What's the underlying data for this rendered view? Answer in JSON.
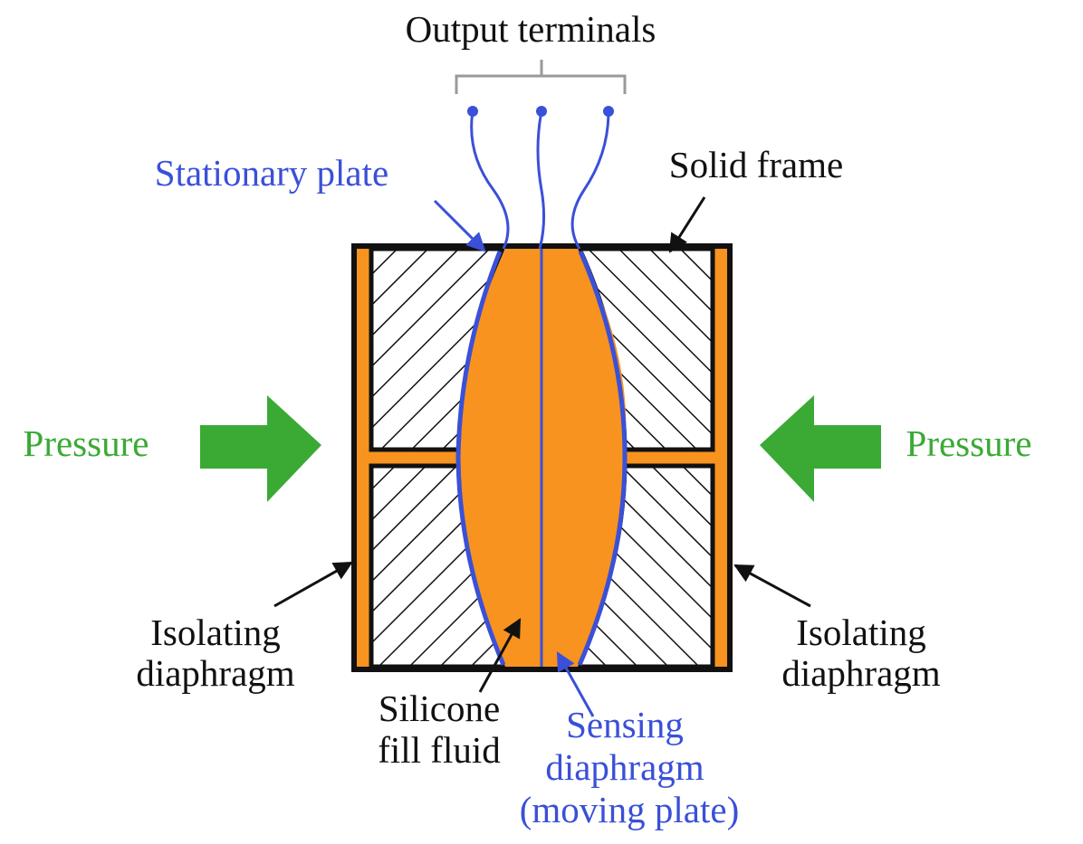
{
  "colors": {
    "fluid": "#f7931e",
    "plate": "#3a50d8",
    "pressure": "#3aaa35",
    "frame": "#111111",
    "bracket": "#9a9a9a"
  },
  "labels": {
    "output_terminals": "Output terminals",
    "stationary_plate": "Stationary plate",
    "solid_frame": "Solid frame",
    "pressure_left": "Pressure",
    "pressure_right": "Pressure",
    "isolating_left_1": "Isolating",
    "isolating_left_2": "diaphragm",
    "isolating_right_1": "Isolating",
    "isolating_right_2": "diaphragm",
    "silicone_1": "Silicone",
    "silicone_2": "fill fluid",
    "sensing_1": "Sensing",
    "sensing_2": "diaphragm",
    "sensing_3": "(moving plate)"
  }
}
